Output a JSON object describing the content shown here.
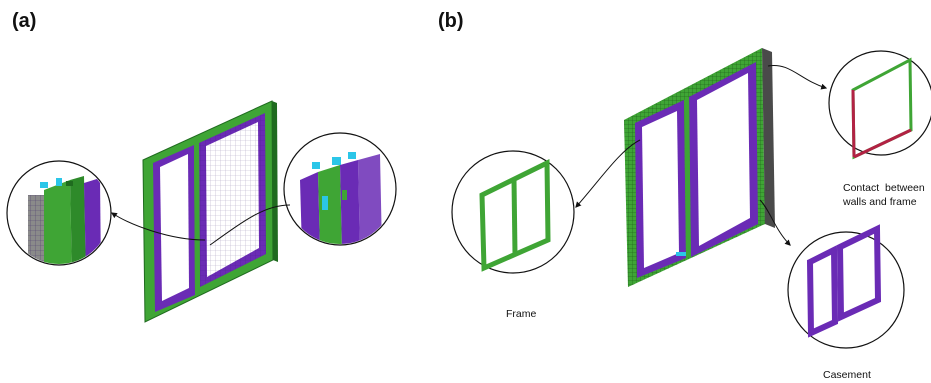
{
  "panels": {
    "a": {
      "label": "(a)"
    },
    "b": {
      "label": "(b)"
    }
  },
  "captions": {
    "frame": "Frame",
    "contact_line1": "Contact  between",
    "contact_line2": "walls and frame",
    "casement": "Casement"
  },
  "colors": {
    "frame_green": "#3fa535",
    "frame_green_dark": "#1f6b1f",
    "casement_purple": "#6a2bb5",
    "casement_purple_dark": "#3b1575",
    "wall_grey": "#7a7a7a",
    "contact_red": "#b22244",
    "accent_cyan": "#2bc6e8"
  }
}
